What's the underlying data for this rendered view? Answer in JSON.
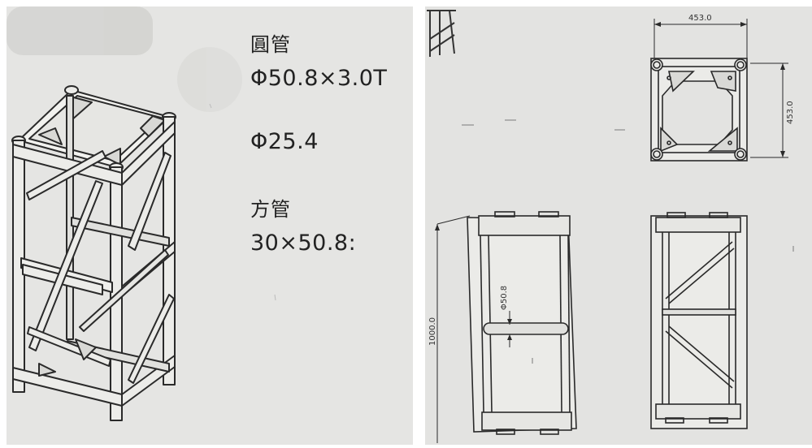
{
  "photo_1": {
    "spec_round_label": "圓管",
    "spec_round_value": "Φ50.8×3.0T",
    "spec_brace_value": "Φ25.4",
    "spec_square_label": "方管",
    "spec_square_value": "30×50.8:"
  },
  "photo_2": {
    "top_width_dim": "453.0",
    "top_depth_dim": "453.0",
    "height_dim": "1000.0",
    "tube_dim": "Φ50.8"
  }
}
